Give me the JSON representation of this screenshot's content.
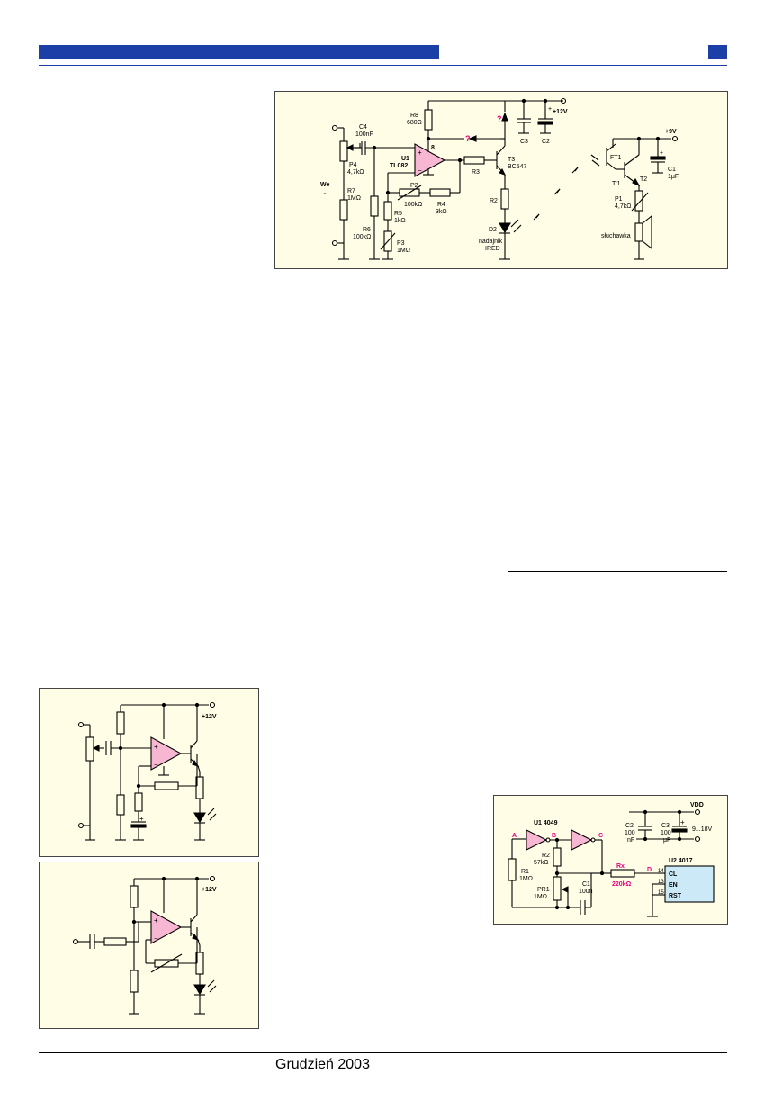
{
  "colors": {
    "header_blue": "#1b3fa6",
    "figure_bg": "#fffde6",
    "opamp_pink": "#f7b7d2",
    "label_magenta": "#e6007e",
    "chip_blue": "#cbe9f7"
  },
  "footer": {
    "date": "Grudzień 2003"
  },
  "fig1": {
    "input": "We",
    "input_symbol": "~",
    "r8": "R8",
    "r8_val": "680Ω",
    "c4": "C4",
    "c4_val": "100nF",
    "u1": "U1",
    "u1_val": "TL082",
    "pin8": "8",
    "p4": "P4",
    "p4_val": "4,7kΩ",
    "r7": "R7",
    "r7_val": "1MΩ",
    "p2": "P2",
    "p2_val": "100kΩ",
    "r4": "R4",
    "r4_val": "3kΩ",
    "r5": "R5",
    "r5_val": "1kΩ",
    "r6": "R6",
    "r6_val": "100kΩ",
    "p3": "P3",
    "p3_val": "1MΩ",
    "r3": "R3",
    "t3": "T3",
    "t3_val": "BC547",
    "r2": "R2",
    "d2": "D2",
    "d2_val1": "nadajnik",
    "d2_val2": "IRED",
    "c3": "C3",
    "c2": "C2",
    "q1": "?",
    "q2": "?",
    "v12": "+12V",
    "v9": "+9V",
    "ft1": "FT1",
    "t1": "T'1",
    "t2": "T2",
    "c1": "C1",
    "c1_val": "1μF",
    "p1": "P1",
    "p1_val": "4,7kΩ",
    "headphone": "słuchawka"
  },
  "fig2": {
    "v12": "+12V"
  },
  "fig3": {
    "v12": "+12V"
  },
  "fig4": {
    "u1": "U1 4049",
    "u2": "U2 4017",
    "vdd": "VDD",
    "a": "A",
    "b": "B",
    "c": "C",
    "d": "D",
    "r1": "R1",
    "r1_val": "1MΩ",
    "r2": "R2",
    "r2_val": "57kΩ",
    "pr1": "PR1",
    "pr1_val": "1MΩ",
    "c1": "C1",
    "c1_val": "100n",
    "c2": "C2",
    "c2_v1": "100",
    "c2_v2": "nF",
    "c3": "C3",
    "c3_v1": "100",
    "c3_v2": "μF",
    "rx": "Rx",
    "rx_val": "220kΩ",
    "supply": "9...18V",
    "pin14": "14",
    "pin13": "13",
    "pin15": "15",
    "cl": "CL",
    "en": "EN",
    "rst": "RST"
  }
}
